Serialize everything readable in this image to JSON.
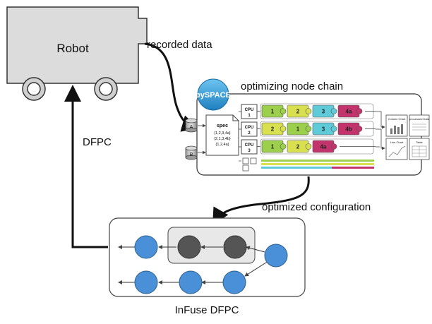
{
  "robot": {
    "label": "Robot"
  },
  "arrows": {
    "recorded_data": "recorded data",
    "dfpc": "DFPC",
    "optimized_configuration": "optimized configuration"
  },
  "pyspace": {
    "logo_text": "pySPACE",
    "title": "optimizing node chain",
    "datasets": [
      "A",
      "B"
    ],
    "spec": {
      "title": "spec",
      "lines": [
        "{1,2,3,4a}",
        "{2,1,3,4b}",
        "{1,2,4a}"
      ]
    },
    "cpus": [
      {
        "label": "CPU",
        "number": "1"
      },
      {
        "label": "CPU",
        "number": "2"
      },
      {
        "label": "CPU",
        "number": "3"
      }
    ],
    "chains": [
      [
        {
          "label": "1",
          "color": "#9ccf4b"
        },
        {
          "label": "2",
          "color": "#d9e050"
        },
        {
          "label": "3",
          "color": "#5fcad8"
        },
        {
          "label": "4a",
          "color": "#c2346b"
        }
      ],
      [
        {
          "label": "2",
          "color": "#d9e050"
        },
        {
          "label": "1",
          "color": "#9ccf4b"
        },
        {
          "label": "3",
          "color": "#5fcad8"
        },
        {
          "label": "4b",
          "color": "#c2346b"
        }
      ],
      [
        {
          "label": "1",
          "color": "#9ccf4b"
        },
        {
          "label": "2",
          "color": "#d9e050"
        },
        {
          "label": "4a",
          "color": "#c2346b"
        }
      ]
    ],
    "outputs": [
      "Column Chart",
      "processed Data",
      "Line Chart",
      "Table"
    ]
  },
  "infuse": {
    "caption": "InFuse DFPC"
  },
  "colors": {
    "robot_fill": "#dcdcdc",
    "node_blue": "#4a90d9",
    "node_dark": "#555555",
    "pyspace_blue": "#3aa0dc"
  }
}
